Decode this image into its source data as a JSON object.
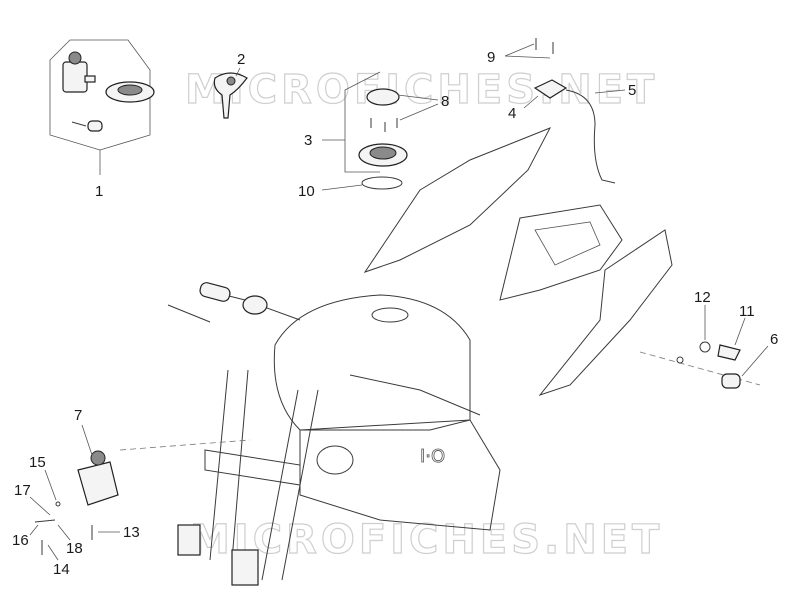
{
  "watermark": "MICROFICHES.NET",
  "labels": {
    "l1": "1",
    "l2": "2",
    "l3": "3",
    "l4": "4",
    "l5": "5",
    "l6": "6",
    "l7": "7",
    "l8": "8",
    "l9": "9",
    "l10": "10",
    "l11": "11",
    "l12": "12",
    "l13": "13",
    "l14": "14",
    "l15": "15",
    "l16": "16",
    "l17": "17",
    "l18": "18"
  },
  "colors": {
    "line": "#3a3a3a",
    "watermark": "#cfcfcf"
  }
}
